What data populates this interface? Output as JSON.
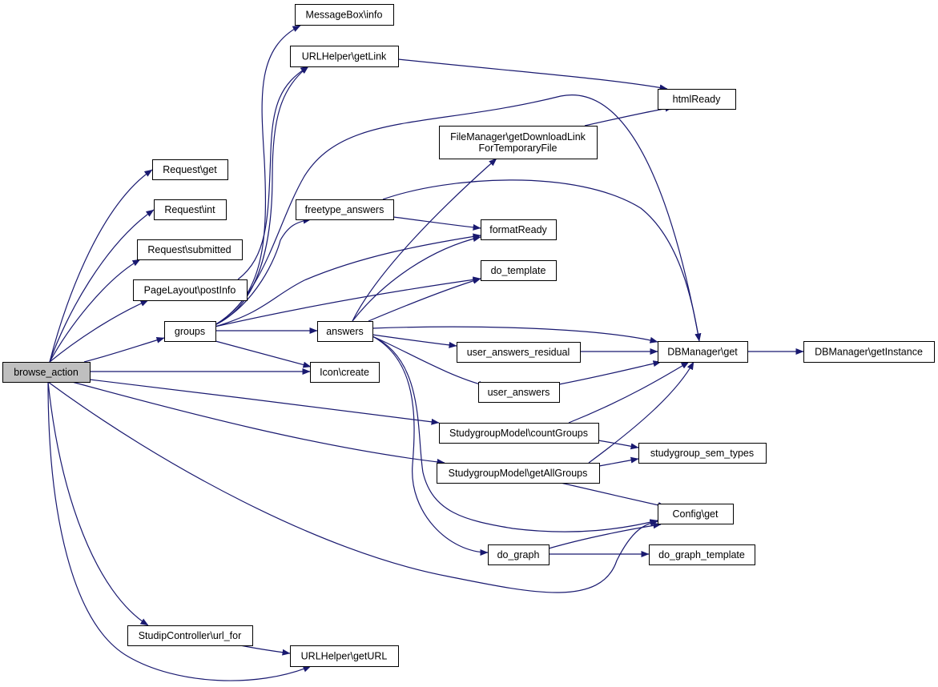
{
  "colors": {
    "edge": "#191970",
    "node_fill": "#ffffff",
    "root_fill": "#bfbfbf",
    "border": "#000000"
  },
  "nodes": [
    {
      "id": "browse_action",
      "lines": [
        "browse_action"
      ],
      "root": true
    },
    {
      "id": "request_get",
      "lines": [
        "Request\\get"
      ]
    },
    {
      "id": "request_int",
      "lines": [
        "Request\\int"
      ]
    },
    {
      "id": "request_submitted",
      "lines": [
        "Request\\submitted"
      ]
    },
    {
      "id": "pagelayout_postinfo",
      "lines": [
        "PageLayout\\postInfo"
      ]
    },
    {
      "id": "groups",
      "lines": [
        "groups"
      ]
    },
    {
      "id": "studipcontroller_url_for",
      "lines": [
        "StudipController\\url_for"
      ]
    },
    {
      "id": "messagebox_info",
      "lines": [
        "MessageBox\\info"
      ]
    },
    {
      "id": "urlhelper_getlink",
      "lines": [
        "URLHelper\\getLink"
      ]
    },
    {
      "id": "freetype_answers",
      "lines": [
        "freetype_answers"
      ]
    },
    {
      "id": "answers",
      "lines": [
        "answers"
      ]
    },
    {
      "id": "icon_create",
      "lines": [
        "Icon\\create"
      ]
    },
    {
      "id": "urlhelper_geturl",
      "lines": [
        "URLHelper\\getURL"
      ]
    },
    {
      "id": "filemanager_getdownloadlink",
      "lines": [
        "FileManager\\getDownloadLink",
        "ForTemporaryFile"
      ]
    },
    {
      "id": "formatready",
      "lines": [
        "formatReady"
      ]
    },
    {
      "id": "do_template",
      "lines": [
        "do_template"
      ]
    },
    {
      "id": "user_answers_residual",
      "lines": [
        "user_answers_residual"
      ]
    },
    {
      "id": "user_answers",
      "lines": [
        "user_answers"
      ]
    },
    {
      "id": "studygroupmodel_countgroups",
      "lines": [
        "StudygroupModel\\countGroups"
      ]
    },
    {
      "id": "studygroupmodel_getallgroups",
      "lines": [
        "StudygroupModel\\getAllGroups"
      ]
    },
    {
      "id": "do_graph",
      "lines": [
        "do_graph"
      ]
    },
    {
      "id": "htmlready",
      "lines": [
        "htmlReady"
      ]
    },
    {
      "id": "dbmanager_get",
      "lines": [
        "DBManager\\get"
      ]
    },
    {
      "id": "studygroup_sem_types",
      "lines": [
        "studygroup_sem_types"
      ]
    },
    {
      "id": "config_get",
      "lines": [
        "Config\\get"
      ]
    },
    {
      "id": "do_graph_template",
      "lines": [
        "do_graph_template"
      ]
    },
    {
      "id": "dbmanager_getinstance",
      "lines": [
        "DBManager\\getInstance"
      ]
    }
  ],
  "edges": [
    {
      "from": "browse_action",
      "to": "request_get"
    },
    {
      "from": "browse_action",
      "to": "request_int"
    },
    {
      "from": "browse_action",
      "to": "request_submitted"
    },
    {
      "from": "browse_action",
      "to": "pagelayout_postinfo"
    },
    {
      "from": "browse_action",
      "to": "groups"
    },
    {
      "from": "browse_action",
      "to": "icon_create"
    },
    {
      "from": "browse_action",
      "to": "studygroupmodel_countgroups"
    },
    {
      "from": "browse_action",
      "to": "studygroupmodel_getallgroups"
    },
    {
      "from": "browse_action",
      "to": "config_get"
    },
    {
      "from": "browse_action",
      "to": "studipcontroller_url_for"
    },
    {
      "from": "browse_action",
      "to": "urlhelper_geturl"
    },
    {
      "from": "pagelayout_postinfo",
      "to": "urlhelper_getlink"
    },
    {
      "from": "groups",
      "to": "messagebox_info"
    },
    {
      "from": "groups",
      "to": "urlhelper_getlink"
    },
    {
      "from": "groups",
      "to": "dbmanager_get"
    },
    {
      "from": "groups",
      "to": "freetype_answers"
    },
    {
      "from": "groups",
      "to": "formatready"
    },
    {
      "from": "groups",
      "to": "do_template"
    },
    {
      "from": "groups",
      "to": "answers"
    },
    {
      "from": "groups",
      "to": "icon_create"
    },
    {
      "from": "urlhelper_getlink",
      "to": "htmlready"
    },
    {
      "from": "filemanager_getdownloadlink",
      "to": "htmlready"
    },
    {
      "from": "freetype_answers",
      "to": "formatready"
    },
    {
      "from": "freetype_answers",
      "to": "dbmanager_get"
    },
    {
      "from": "answers",
      "to": "filemanager_getdownloadlink"
    },
    {
      "from": "answers",
      "to": "formatready"
    },
    {
      "from": "answers",
      "to": "do_template"
    },
    {
      "from": "answers",
      "to": "dbmanager_get"
    },
    {
      "from": "answers",
      "to": "user_answers_residual"
    },
    {
      "from": "answers",
      "to": "user_answers"
    },
    {
      "from": "answers",
      "to": "config_get"
    },
    {
      "from": "answers",
      "to": "do_graph"
    },
    {
      "from": "user_answers_residual",
      "to": "dbmanager_get"
    },
    {
      "from": "user_answers",
      "to": "dbmanager_get"
    },
    {
      "from": "studygroupmodel_countgroups",
      "to": "dbmanager_get"
    },
    {
      "from": "studygroupmodel_countgroups",
      "to": "studygroup_sem_types"
    },
    {
      "from": "studygroupmodel_getallgroups",
      "to": "dbmanager_get"
    },
    {
      "from": "studygroupmodel_getallgroups",
      "to": "studygroup_sem_types"
    },
    {
      "from": "studygroupmodel_getallgroups",
      "to": "config_get"
    },
    {
      "from": "do_graph",
      "to": "config_get"
    },
    {
      "from": "do_graph",
      "to": "do_graph_template"
    },
    {
      "from": "dbmanager_get",
      "to": "dbmanager_getinstance"
    },
    {
      "from": "studipcontroller_url_for",
      "to": "urlhelper_geturl"
    }
  ]
}
